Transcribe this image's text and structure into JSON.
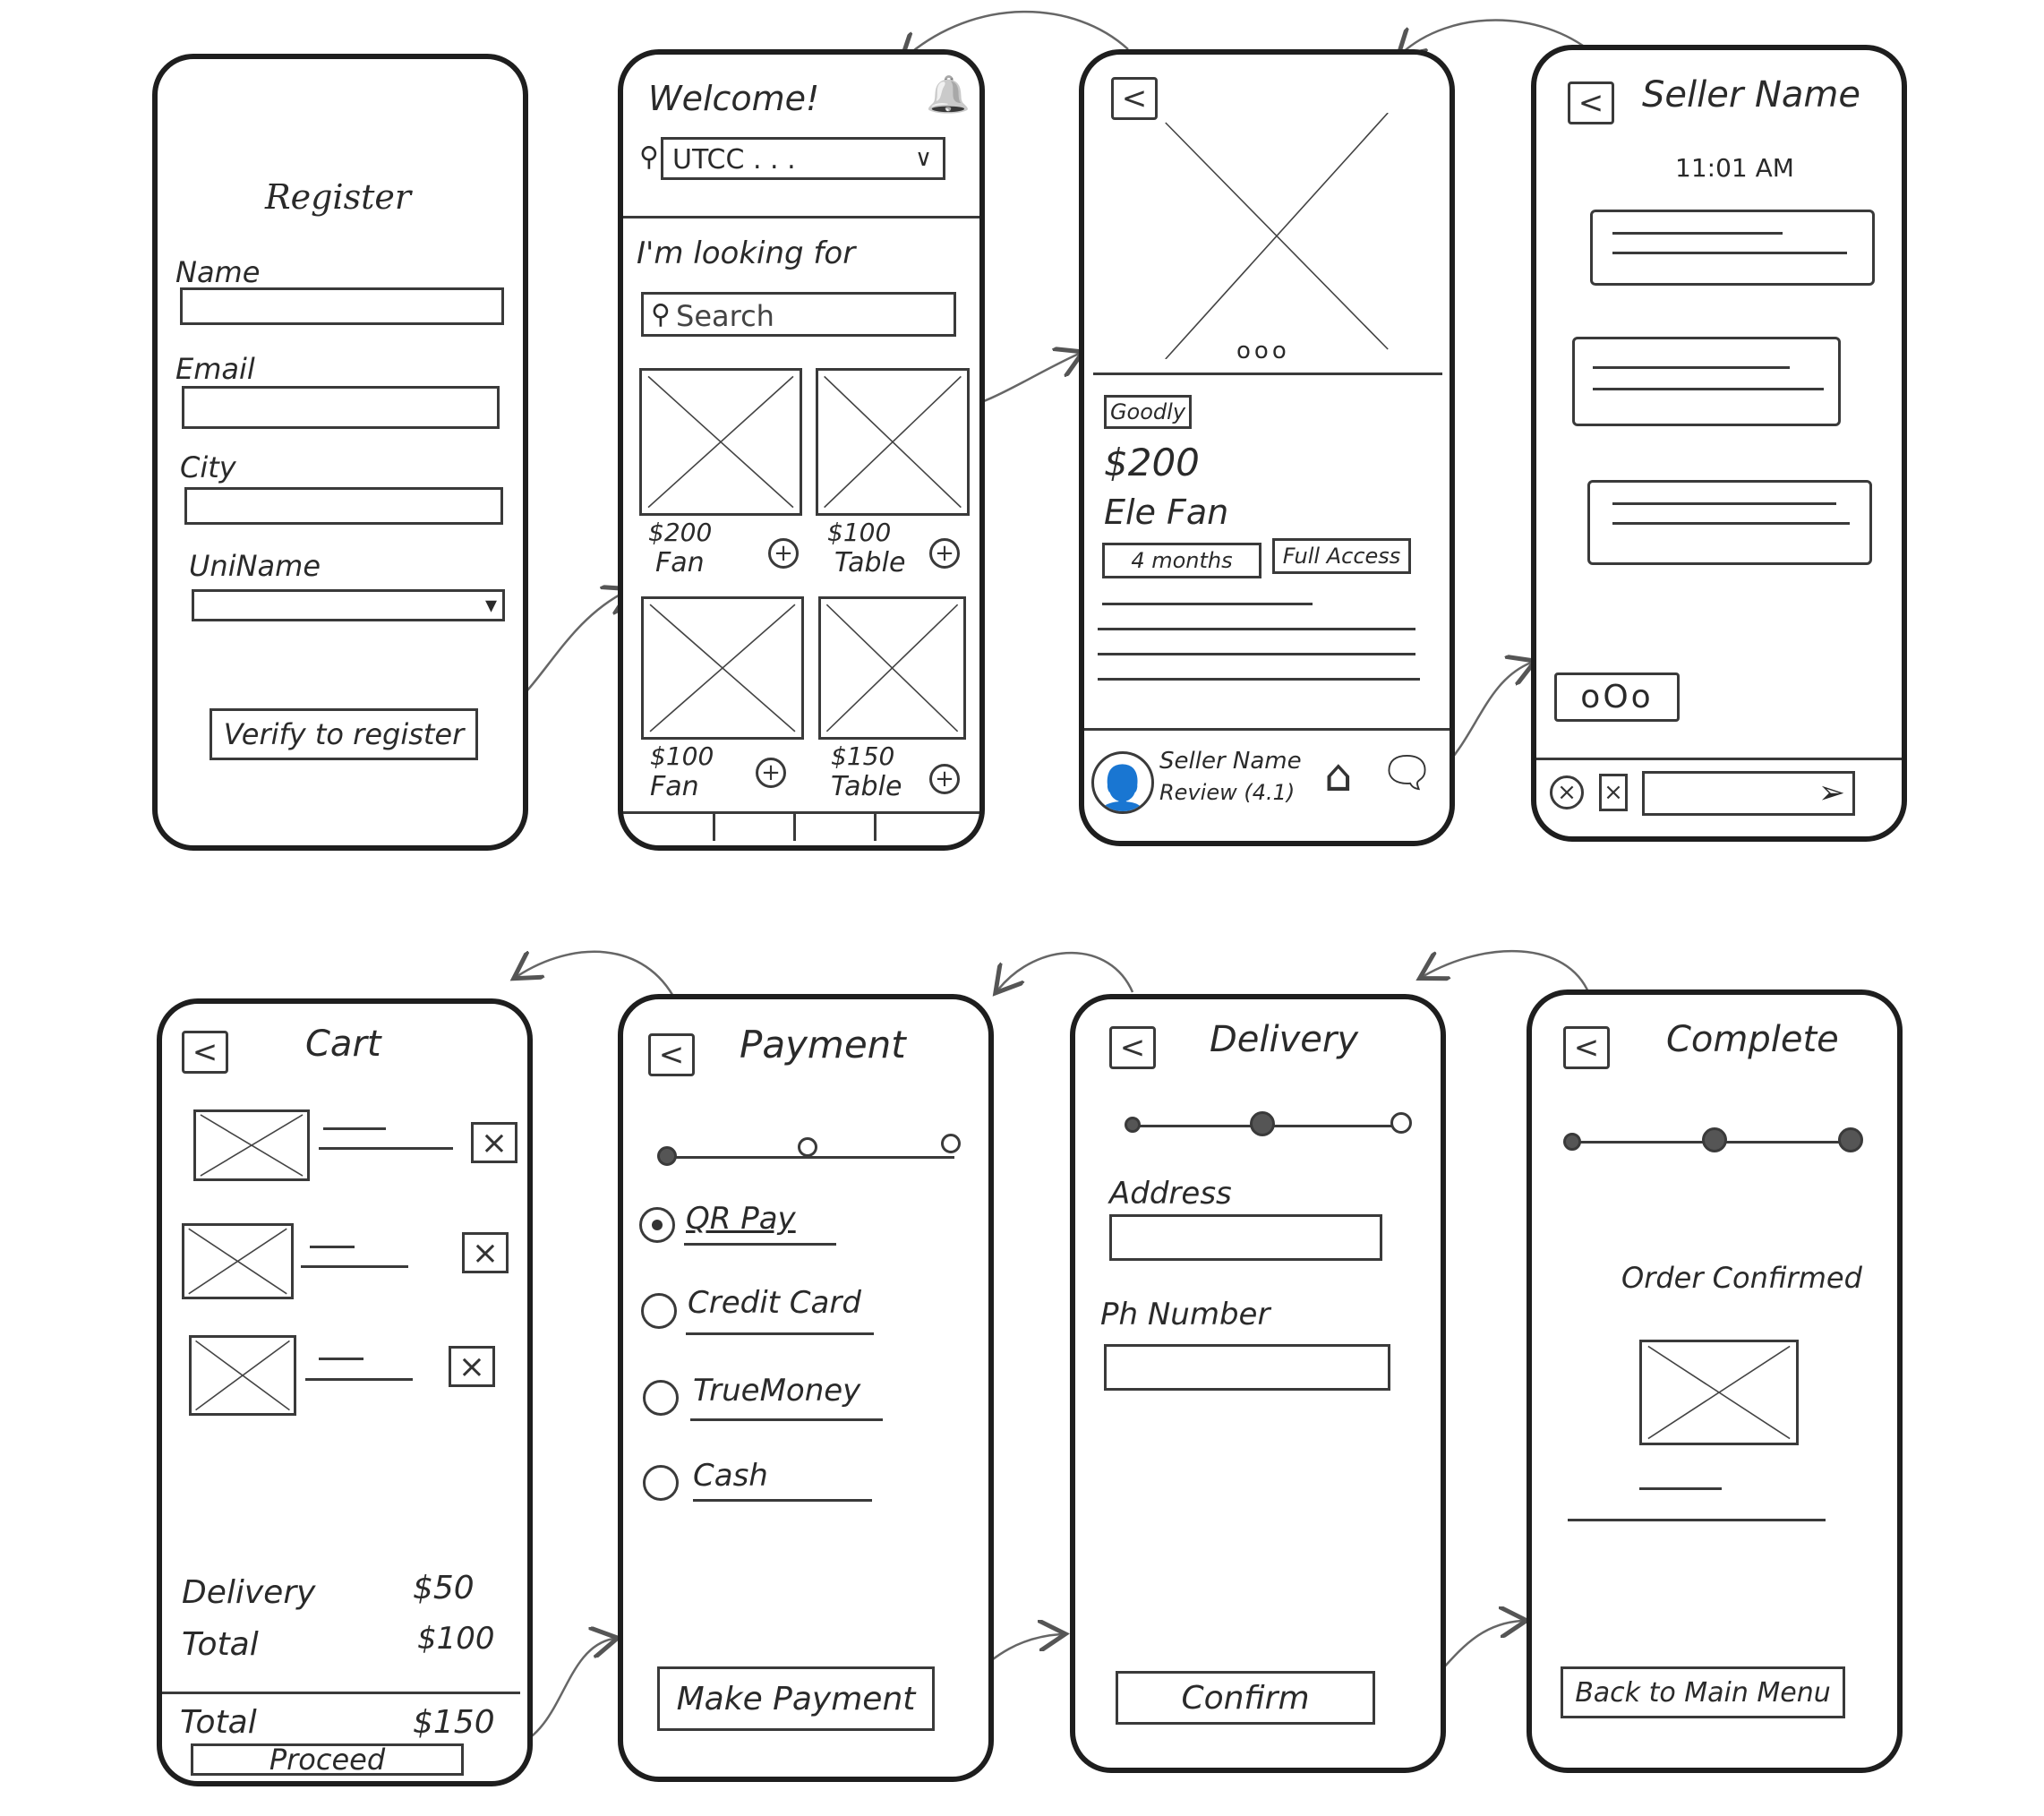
{
  "register": {
    "title": "Register",
    "name_label": "Name",
    "email_label": "Email",
    "city_label": "City",
    "uni_label": "UniName",
    "select_arrow": "▾",
    "button": "Verify to register"
  },
  "home": {
    "welcome": "Welcome!",
    "bell_icon": "🔔",
    "uni_value": "UTCC . . .",
    "uni_arrow": "∨",
    "looking_for": "I'm looking for",
    "search_placeholder": "Search",
    "products": [
      {
        "price": "$200",
        "name": "Fan"
      },
      {
        "price": "$100",
        "name": "Table"
      },
      {
        "price": "$100",
        "name": "Fan"
      },
      {
        "price": "$150",
        "name": "Table"
      }
    ],
    "add_symbol": "+"
  },
  "product": {
    "back": "<",
    "dots": "ooo",
    "category": "Goodly",
    "price": "$200",
    "name": "Ele Fan",
    "tag1": "4 months",
    "tag2": "Full Access",
    "seller_name": "Seller Name",
    "seller_review": "Review (4.1)"
  },
  "chat": {
    "back": "<",
    "seller": "Seller Name",
    "time": "11:01 AM",
    "typing": "oOo"
  },
  "cart": {
    "back": "<",
    "title": "Cart",
    "remove": "×",
    "delivery_label": "Delivery",
    "delivery_value": "$50",
    "subtotal_label": "Total",
    "subtotal_value": "$100",
    "total_label": "Total",
    "total_value": "$150",
    "button": "Proceed"
  },
  "payment": {
    "back": "<",
    "title": "Payment",
    "options": [
      "QR Pay",
      "Credit Card",
      "TrueMoney",
      "Cash"
    ],
    "button": "Make Payment"
  },
  "delivery": {
    "back": "<",
    "title": "Delivery",
    "address_label": "Address",
    "phone_label": "Ph Number",
    "button": "Confirm"
  },
  "complete": {
    "back": "<",
    "title": "Complete",
    "message": "Order Confirmed",
    "button": "Back to Main Menu"
  }
}
